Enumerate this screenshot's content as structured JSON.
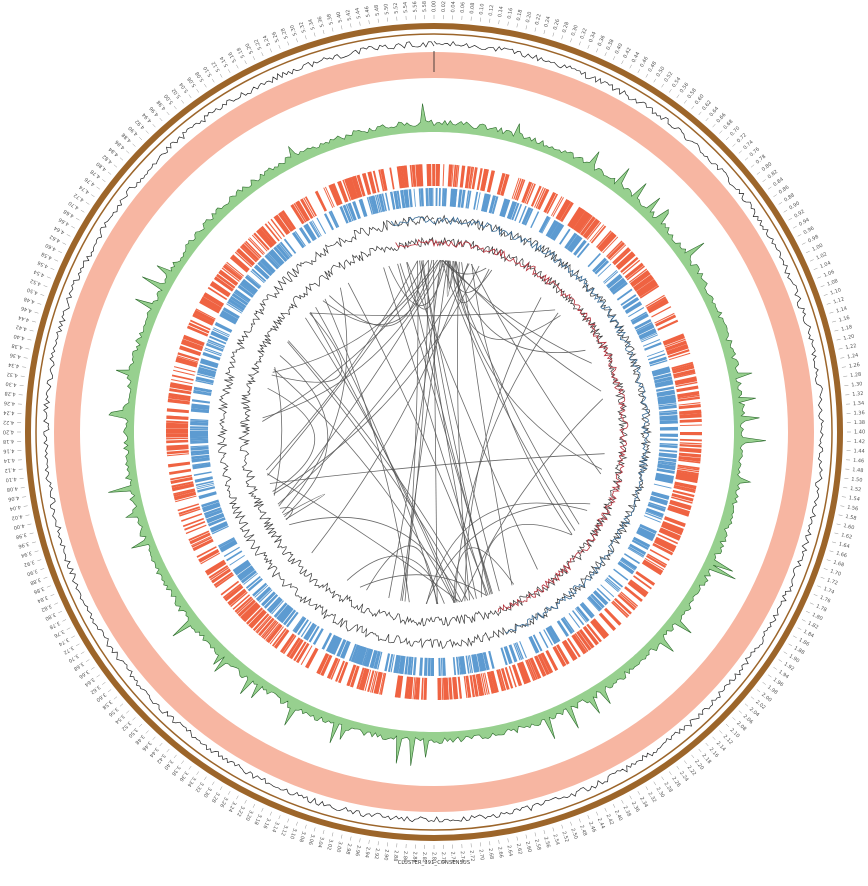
{
  "figure": {
    "caption": "CLUSTER_391_CONSENSUS",
    "scale": {
      "tick_start": 0.0,
      "tick_end": 5.58,
      "tick_step": 0.02,
      "unit_note": ""
    }
  },
  "colors": {
    "outer_ring": "#9c652a",
    "salmon_ring": "#f7b6a2",
    "coverage_fill": "#97d08f",
    "coverage_line": "#2b6a2b",
    "forward_genes": "#ef6342",
    "reverse_genes": "#5d9bd1",
    "gc_line": "#3a3a3a",
    "gc_highlight_blue": "#3a6c96",
    "gc_highlight_red": "#b5303a",
    "links": "#505050",
    "caption_text": "#333333"
  },
  "tracks": [
    {
      "name": "ideogram"
    },
    {
      "name": "outer-noise-line"
    },
    {
      "name": "salmon-band"
    },
    {
      "name": "coverage-histogram"
    },
    {
      "name": "forward-strand-genes"
    },
    {
      "name": "reverse-strand-genes"
    },
    {
      "name": "gc-content-outer"
    },
    {
      "name": "gc-skew-inner"
    },
    {
      "name": "links"
    }
  ]
}
